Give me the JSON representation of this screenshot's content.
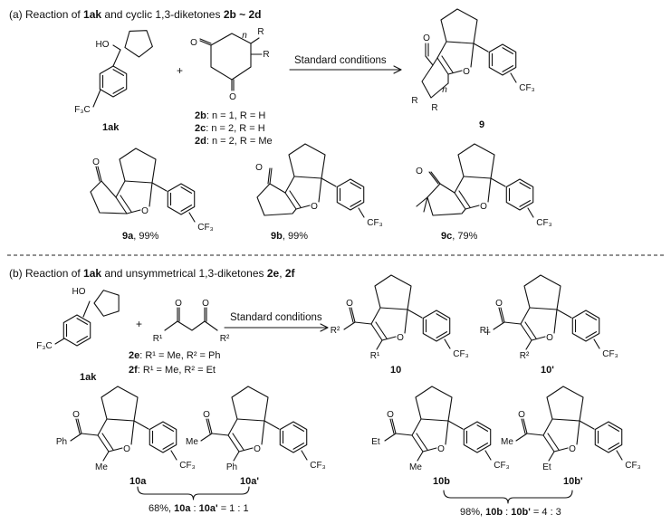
{
  "section_a": {
    "heading_prefix": "(a) Reaction of ",
    "heading_c1": "1ak",
    "heading_mid": " and cyclic 1,3-diketones ",
    "heading_c2": "2b ~ 2d",
    "reactant_label": "1ak",
    "plus": "+",
    "arrow_label": "Standard conditions",
    "product_label": "9",
    "variants": [
      {
        "cpd": "2b",
        "text": ": n = 1, R = H"
      },
      {
        "cpd": "2c",
        "text": ": n = 2, R = H"
      },
      {
        "cpd": "2d",
        "text": ": n = 2, R = Me"
      }
    ],
    "products": [
      {
        "cpd": "9a",
        "yield": ", 99%"
      },
      {
        "cpd": "9b",
        "yield": ", 99%"
      },
      {
        "cpd": "9c",
        "yield": ", 79%"
      }
    ]
  },
  "section_b": {
    "heading_prefix": "(b) Reaction of ",
    "heading_c1": "1ak",
    "heading_mid": " and unsymmetrical 1,3-diketones ",
    "heading_c2": "2e",
    "heading_sep": ", ",
    "heading_c3": "2f",
    "reactant_label": "1ak",
    "plus": "+",
    "arrow_label": "Standard conditions",
    "product_labels": [
      "10",
      "10'"
    ],
    "variants": [
      {
        "cpd": "2e",
        "text": ": R¹ = Me, R² = Ph"
      },
      {
        "cpd": "2f",
        "text": ": R¹ = Me, R² = Et"
      }
    ],
    "products": [
      "10a",
      "10a'",
      "10b",
      "10b'"
    ],
    "ratio_a": {
      "pre": "68%, ",
      "c1": "10a",
      "mid": " : ",
      "c2": "10a'",
      "post": " = 1 : 1"
    },
    "ratio_b": {
      "pre": "98%, ",
      "c1": "10b",
      "mid": " : ",
      "c2": "10b'",
      "post": " = 4 : 3"
    }
  },
  "atoms": {
    "ho": "HO",
    "o": "O",
    "f3c": "F₃C",
    "cf3": "CF₃",
    "r": "R",
    "r1": "R¹",
    "r2": "R²",
    "n": "n",
    "ph": "Ph",
    "me": "Me",
    "et": "Et"
  }
}
